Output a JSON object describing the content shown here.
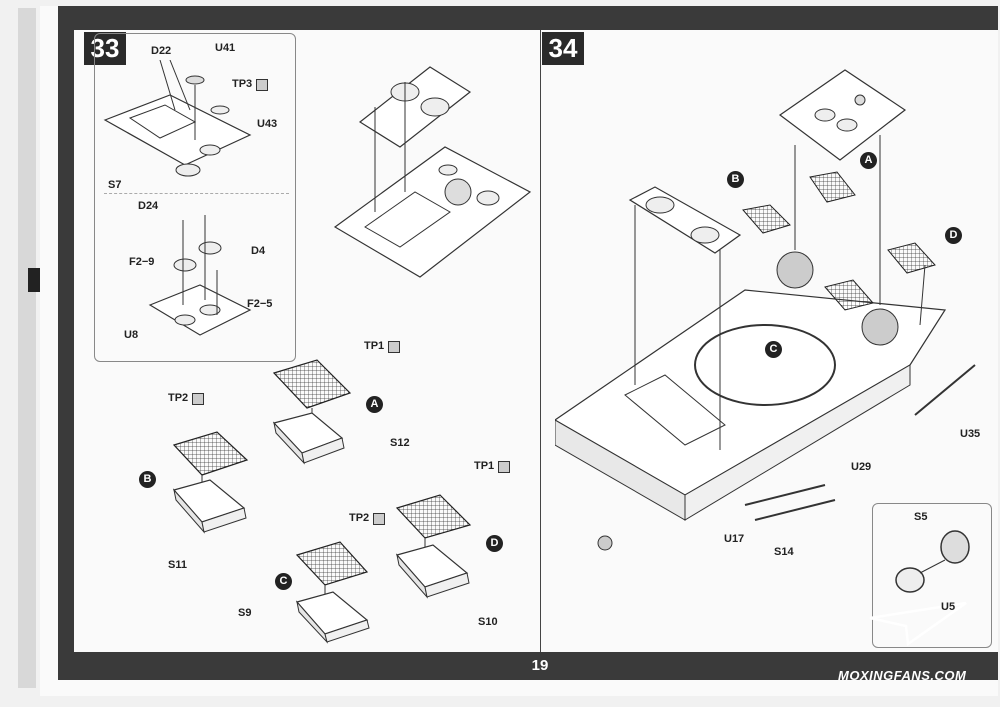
{
  "page_number": "19",
  "watermark": "MOXINGFANS.COM",
  "steps": {
    "left": {
      "number": "33"
    },
    "right": {
      "number": "34"
    }
  },
  "left_labels": {
    "d22": "D22",
    "u41": "U41",
    "tp3": "TP3",
    "u43": "U43",
    "s7": "S7",
    "d24": "D24",
    "d4": "D4",
    "f2_9": "F2−9",
    "f2_5": "F2−5",
    "u8": "U8",
    "tp1_a": "TP1",
    "a": "A",
    "s12": "S12",
    "tp2_b": "TP2",
    "b": "B",
    "s11": "S11",
    "tp1_d": "TP1",
    "d": "D",
    "s10": "S10",
    "tp2_c": "TP2",
    "c": "C",
    "s9": "S9"
  },
  "right_labels": {
    "a": "A",
    "b": "B",
    "c": "C",
    "d": "D",
    "u35": "U35",
    "u29": "U29",
    "u17": "U17",
    "s14": "S14",
    "s5": "S5",
    "u5": "U5"
  }
}
